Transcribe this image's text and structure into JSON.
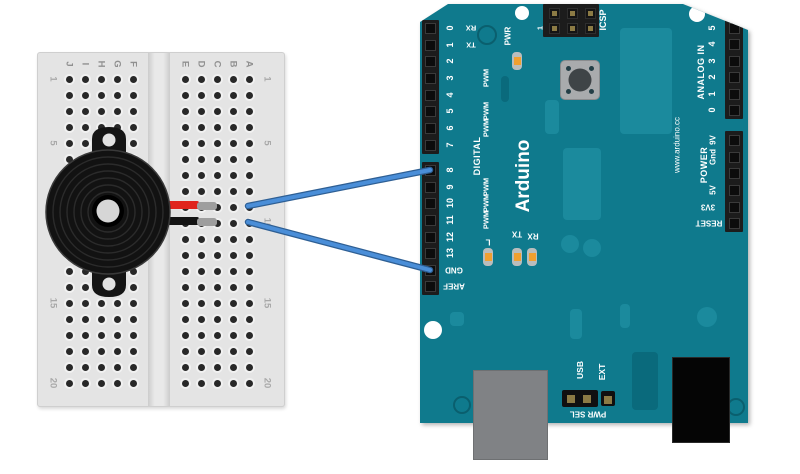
{
  "arduino": {
    "logo": "Arduino",
    "digital_label": "DIGITAL",
    "pwm_text": "PWM",
    "digital_pins": [
      {
        "label": "0",
        "tag": "RX"
      },
      {
        "label": "1",
        "tag": "TX"
      },
      {
        "label": "2"
      },
      {
        "label": "3",
        "pwm": true
      },
      {
        "label": "4"
      },
      {
        "label": "5",
        "pwm": true
      },
      {
        "label": "6",
        "pwm": true
      },
      {
        "label": "7"
      },
      {
        "label": "8"
      },
      {
        "label": "9",
        "pwm": true
      },
      {
        "label": "10",
        "pwm": true
      },
      {
        "label": "11",
        "pwm": true
      },
      {
        "label": "12"
      },
      {
        "label": "13"
      },
      {
        "label": "GND",
        "flip": true
      },
      {
        "label": "AREF",
        "flip": true
      }
    ],
    "led_labels": [
      "L",
      "TX",
      "RX"
    ],
    "pwr_label": "PWR",
    "icsp_label": "ICSP",
    "icsp_pin1": "1",
    "analog_label": "ANALOG IN",
    "analog_pins": [
      "5",
      "4",
      "3",
      "2",
      "1",
      "0"
    ],
    "power_label": "POWER",
    "power_pins": [
      {
        "label": "9V"
      },
      {
        "label": "Gnd"
      },
      {
        "label": ""
      },
      {
        "label": "5V"
      },
      {
        "label": "3V3",
        "flip": true
      },
      {
        "label": "RESET",
        "flip": true
      }
    ],
    "url": "www.arduino.cc",
    "usb_label": "USB",
    "ext_label": "EXT",
    "pwrsel_label": "PWR SEL"
  },
  "breadboard": {
    "column_letters": [
      "J",
      "I",
      "H",
      "G",
      "F",
      "E",
      "D",
      "C",
      "B",
      "A"
    ],
    "row_labels": [
      "1",
      "5",
      "10",
      "15",
      "20"
    ],
    "rows": 20,
    "columns": 10
  },
  "buzzer": {
    "type": "piezo-buzzer",
    "lead_colors": [
      "red",
      "black"
    ]
  },
  "wires": [
    {
      "color": "blue",
      "to_pin": "8"
    },
    {
      "color": "blue",
      "to_pin": "GND"
    }
  ],
  "colors": {
    "board_teal": "#0f7a8d",
    "board_teal_light": "#1b8a9d",
    "wire_blue": "#4a8ed8",
    "wire_blue_edge": "#2e5f94",
    "lead_red": "#e0231c",
    "lead_black": "#141414",
    "led_orange": "#f0a030",
    "breadboard_gray": "#e4e4e4"
  }
}
